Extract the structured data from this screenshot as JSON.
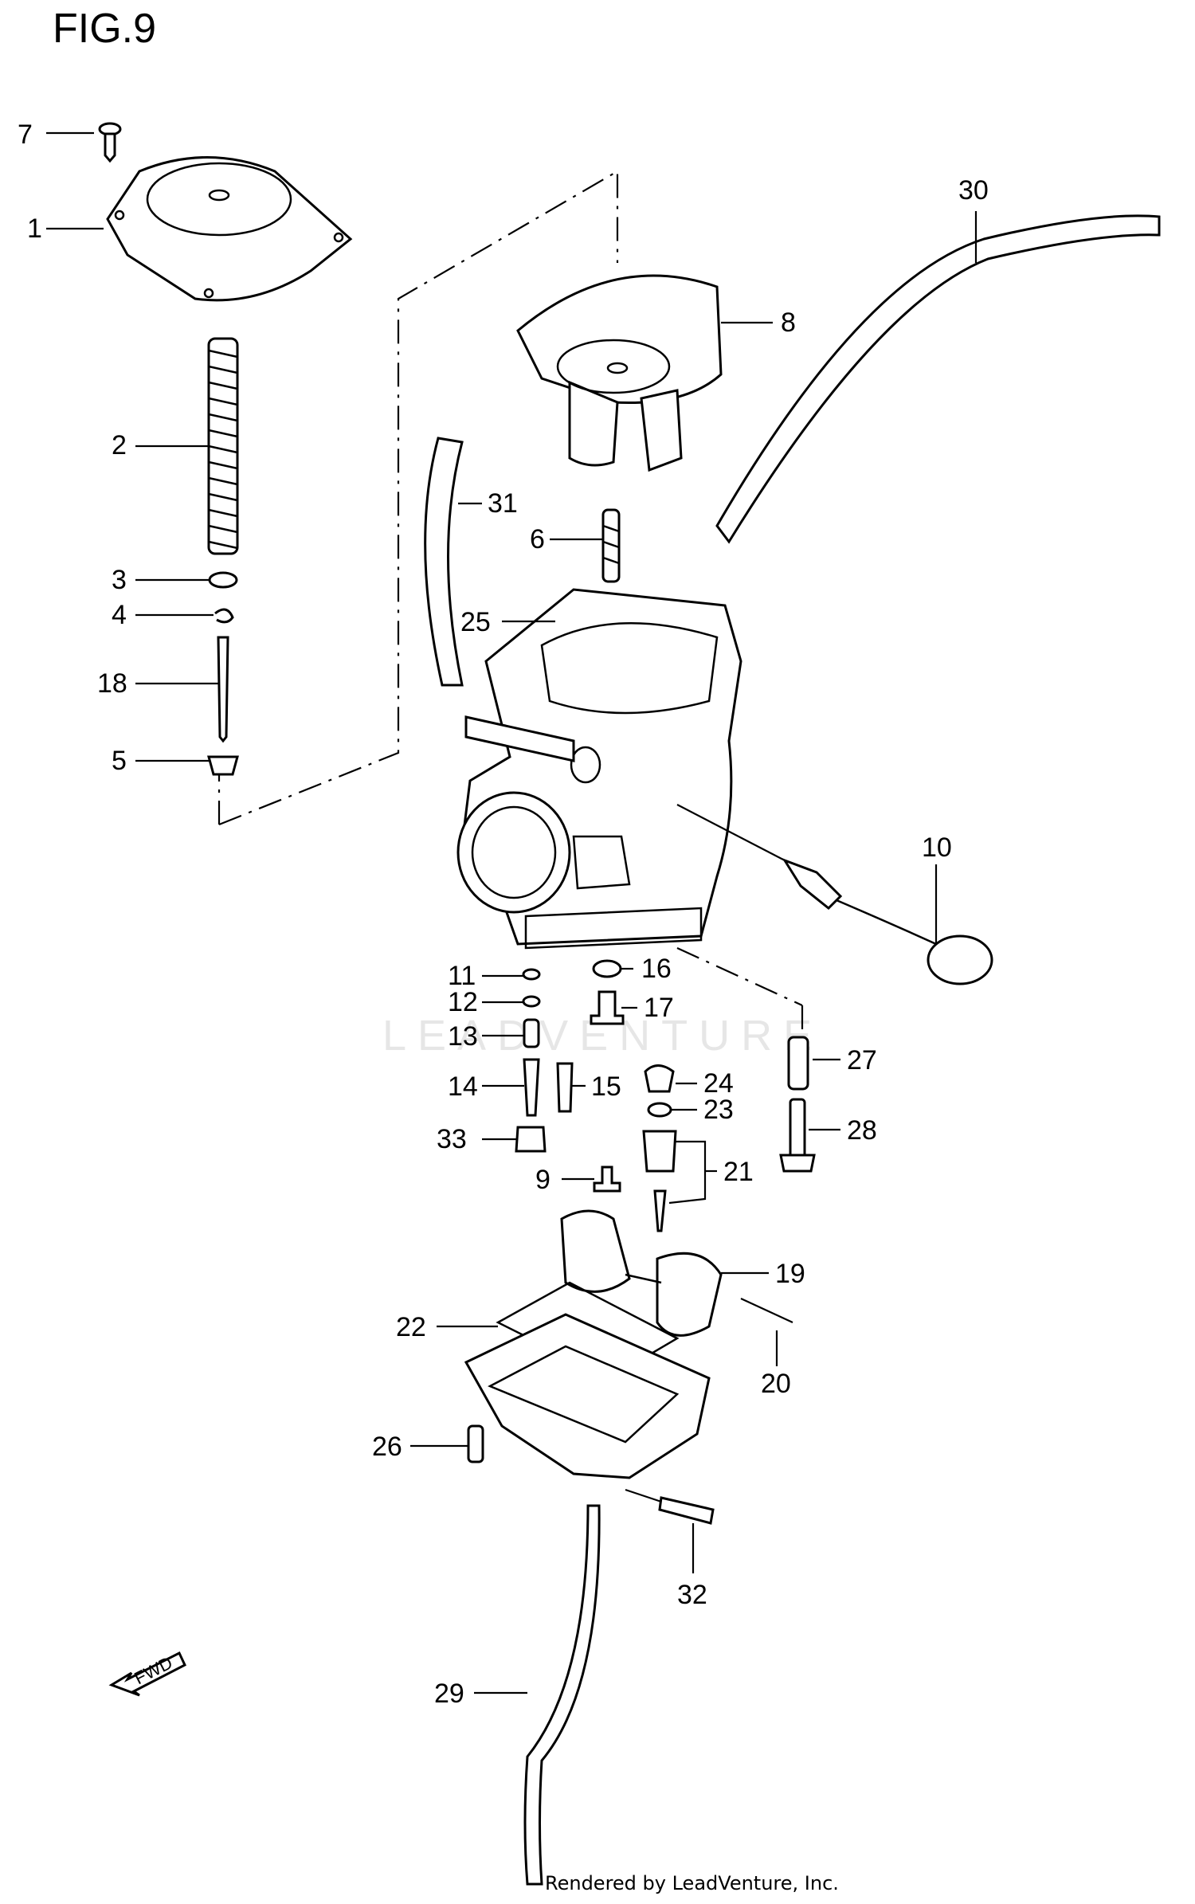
{
  "figure": {
    "title": "FIG.9",
    "footer": "Rendered by LeadVenture, Inc.",
    "watermark": "LEADVENTURE",
    "fwd_label": "FWD"
  },
  "callouts": [
    {
      "id": "7",
      "label": "7"
    },
    {
      "id": "1",
      "label": "1"
    },
    {
      "id": "2",
      "label": "2"
    },
    {
      "id": "3",
      "label": "3"
    },
    {
      "id": "4",
      "label": "4"
    },
    {
      "id": "18",
      "label": "18"
    },
    {
      "id": "5",
      "label": "5"
    },
    {
      "id": "8",
      "label": "8"
    },
    {
      "id": "30",
      "label": "30"
    },
    {
      "id": "31",
      "label": "31"
    },
    {
      "id": "6",
      "label": "6"
    },
    {
      "id": "25",
      "label": "25"
    },
    {
      "id": "10",
      "label": "10"
    },
    {
      "id": "11",
      "label": "11"
    },
    {
      "id": "12",
      "label": "12"
    },
    {
      "id": "13",
      "label": "13"
    },
    {
      "id": "16",
      "label": "16"
    },
    {
      "id": "17",
      "label": "17"
    },
    {
      "id": "27",
      "label": "27"
    },
    {
      "id": "14",
      "label": "14"
    },
    {
      "id": "15",
      "label": "15"
    },
    {
      "id": "24",
      "label": "24"
    },
    {
      "id": "23",
      "label": "23"
    },
    {
      "id": "33",
      "label": "33"
    },
    {
      "id": "28",
      "label": "28"
    },
    {
      "id": "9",
      "label": "9"
    },
    {
      "id": "21",
      "label": "21"
    },
    {
      "id": "19",
      "label": "19"
    },
    {
      "id": "22",
      "label": "22"
    },
    {
      "id": "20",
      "label": "20"
    },
    {
      "id": "26",
      "label": "26"
    },
    {
      "id": "32",
      "label": "32"
    },
    {
      "id": "29",
      "label": "29"
    }
  ]
}
